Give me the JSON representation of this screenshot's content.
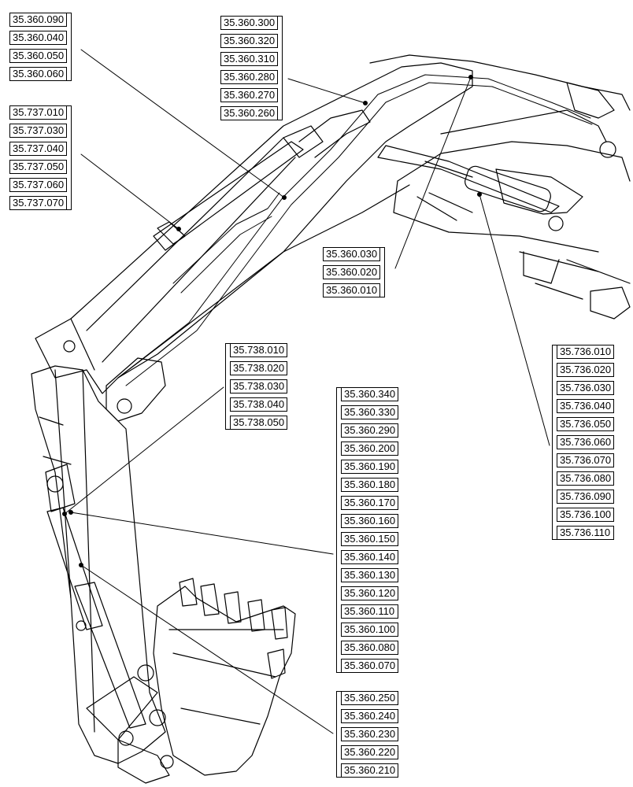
{
  "groups": [
    {
      "id": "g1",
      "codes": [
        "35.360.090",
        "35.360.040",
        "35.360.050",
        "35.360.060"
      ]
    },
    {
      "id": "g2",
      "codes": [
        "35.737.010",
        "35.737.030",
        "35.737.040",
        "35.737.050",
        "35.737.060",
        "35.737.070"
      ]
    },
    {
      "id": "g3",
      "codes": [
        "35.360.300",
        "35.360.320",
        "35.360.310",
        "35.360.280",
        "35.360.270",
        "35.360.260"
      ]
    },
    {
      "id": "g4",
      "codes": [
        "35.360.030",
        "35.360.020",
        "35.360.010"
      ]
    },
    {
      "id": "g5",
      "codes": [
        "35.738.010",
        "35.738.020",
        "35.738.030",
        "35.738.040",
        "35.738.050"
      ]
    },
    {
      "id": "g6",
      "codes": [
        "35.360.340",
        "35.360.330",
        "35.360.290",
        "35.360.200",
        "35.360.190",
        "35.360.180",
        "35.360.170",
        "35.360.160",
        "35.360.150",
        "35.360.140",
        "35.360.130",
        "35.360.120",
        "35.360.110",
        "35.360.100",
        "35.360.080",
        "35.360.070"
      ]
    },
    {
      "id": "g7",
      "codes": [
        "35.736.010",
        "35.736.020",
        "35.736.030",
        "35.736.040",
        "35.736.050",
        "35.736.060",
        "35.736.070",
        "35.736.080",
        "35.736.090",
        "35.736.100",
        "35.736.110"
      ]
    },
    {
      "id": "g8",
      "codes": [
        "35.360.250",
        "35.360.240",
        "35.360.230",
        "35.360.220",
        "35.360.210"
      ]
    }
  ]
}
